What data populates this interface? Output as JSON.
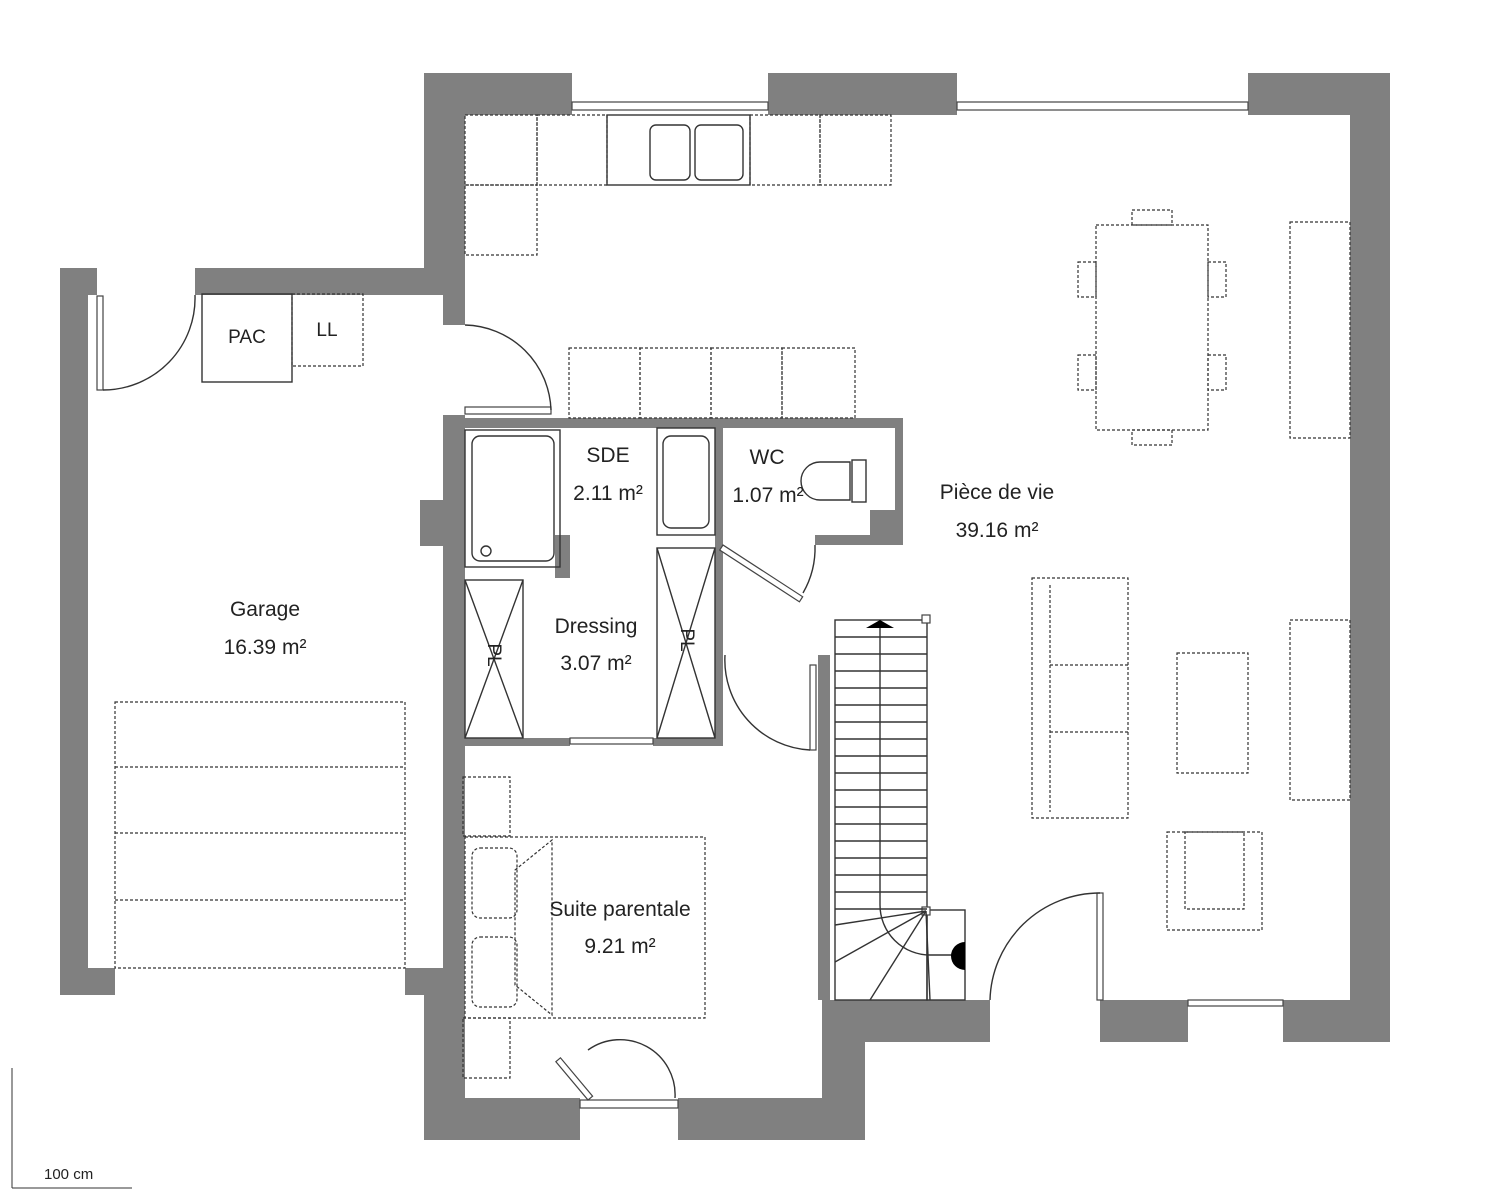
{
  "rooms": {
    "garage": {
      "name": "Garage",
      "area": "16.39 m²"
    },
    "sde": {
      "name": "SDE",
      "area": "2.11 m²"
    },
    "wc": {
      "name": "WC",
      "area": "1.07 m²"
    },
    "living": {
      "name": "Pièce de vie",
      "area": "39.16 m²"
    },
    "dressing": {
      "name": "Dressing",
      "area": "3.07 m²"
    },
    "suite": {
      "name": "Suite parentale",
      "area": "9.21 m²"
    }
  },
  "equipment": {
    "pac": "PAC",
    "ll": "LL",
    "pl1": "PL",
    "pl2": "PL"
  },
  "scale": {
    "label": "100 cm"
  },
  "colors": {
    "wall": "#808080",
    "line": "#333333"
  }
}
